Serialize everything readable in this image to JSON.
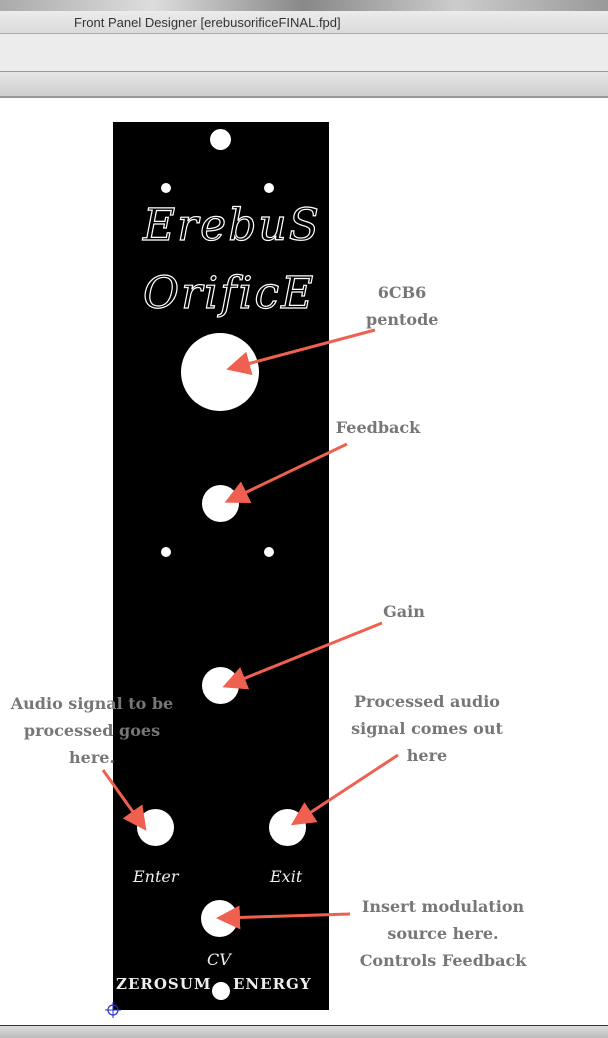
{
  "window": {
    "title": "Front Panel Designer [erebusorificeFINAL.fpd]"
  },
  "panel": {
    "title_line1": "ErebuS",
    "title_line2": "OrificE",
    "labels": {
      "enter": "Enter",
      "exit": "Exit",
      "cv": "CV"
    },
    "footer_left": "ZEROSUM",
    "footer_right": "ENERGY"
  },
  "annotations": {
    "tube": "6CB6 pentode",
    "feedback": "Feedback",
    "gain": "Gain",
    "input": "Audio signal to be processed goes here.",
    "output": "Processed audio signal comes out here",
    "cv": "Insert modulation source here. Controls Feedback"
  },
  "colors": {
    "arrow": "#f06050",
    "panel": "#000000",
    "annotation": "#777777"
  }
}
